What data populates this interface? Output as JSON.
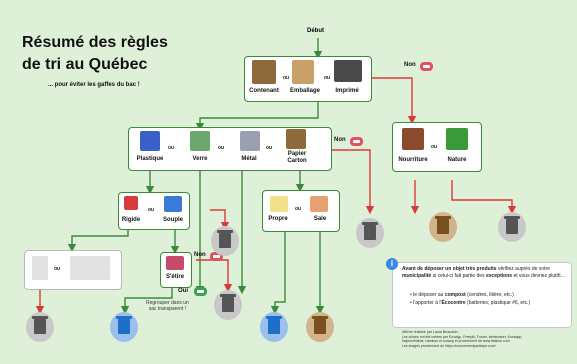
{
  "title": {
    "line1": "Résumé des règles",
    "line2": "de tri au Québec",
    "subtitle": "... pour éviter les gaffes du bac !"
  },
  "start_label": "Début",
  "ou": "ou",
  "non": "Non",
  "oui": "Oui",
  "top_group": {
    "items": [
      "Contenant",
      "Emballage",
      "Imprimé"
    ]
  },
  "materials": {
    "items": [
      "Plastique",
      "Verre",
      "Métal",
      "Papier\nCarton"
    ]
  },
  "organic": {
    "items": [
      "Nourriture",
      "Nature"
    ]
  },
  "rigid_soft": {
    "items": [
      "Rigide",
      "Souple"
    ]
  },
  "clean_dirty": {
    "items": [
      "Propre",
      "Sale"
    ]
  },
  "stretch": {
    "label": "S'étire"
  },
  "bag_note": "Regrouper dans un\nsac transparent !",
  "info": {
    "intro_bold": "Avant de déposer un objet très produits",
    "intro_rest": " vérifiez auprès de votre ",
    "muni": "municipalité",
    "after_muni": " si celui-ci fait partie des ",
    "exceptions": "exceptions",
    "tail": " et vous devriez plutôt...",
    "b1_pre": "le déposer au ",
    "b1_bold": "compost",
    "b1_post": " (cendres, litière, etc.)",
    "b2_pre": "l'apporter à l'",
    "b2_bold": "Écocentre",
    "b2_post": " (batteries, plastique #6, etc.)"
  },
  "credits": [
    "Affiche réalisée par Laura Beaudoin",
    "Les icônes ont été créées par Eucalyp, Freepik, Futuer, kerismaker, Konkapp,",
    "NajmunNahar, nawicon et surang et proviennent de www.flaticon.com",
    "Les images proviennent de https://mouvementparticipe.com/"
  ],
  "colors": {
    "green": "#3a8a3a",
    "red": "#d83a3a",
    "trash": "#555555",
    "recycle": "#1e6fc8",
    "compost": "#7a4f1e"
  }
}
